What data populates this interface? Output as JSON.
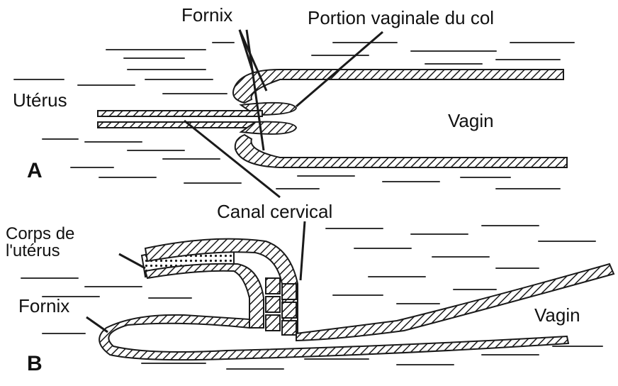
{
  "panels": {
    "a": {
      "letter": "A",
      "labels": {
        "fornix": "Fornix",
        "portion": "Portion vaginale du col",
        "uterus": "Utérus",
        "vagin": "Vagin"
      }
    },
    "shared": {
      "canal": "Canal cervical"
    },
    "b": {
      "letter": "B",
      "labels": {
        "corps_line1": "Corps de",
        "corps_line2": "l'utérus",
        "fornix": "Fornix",
        "vagin": "Vagin"
      }
    }
  },
  "colors": {
    "ink": "#1a1a1a",
    "paper": "#ffffff"
  }
}
